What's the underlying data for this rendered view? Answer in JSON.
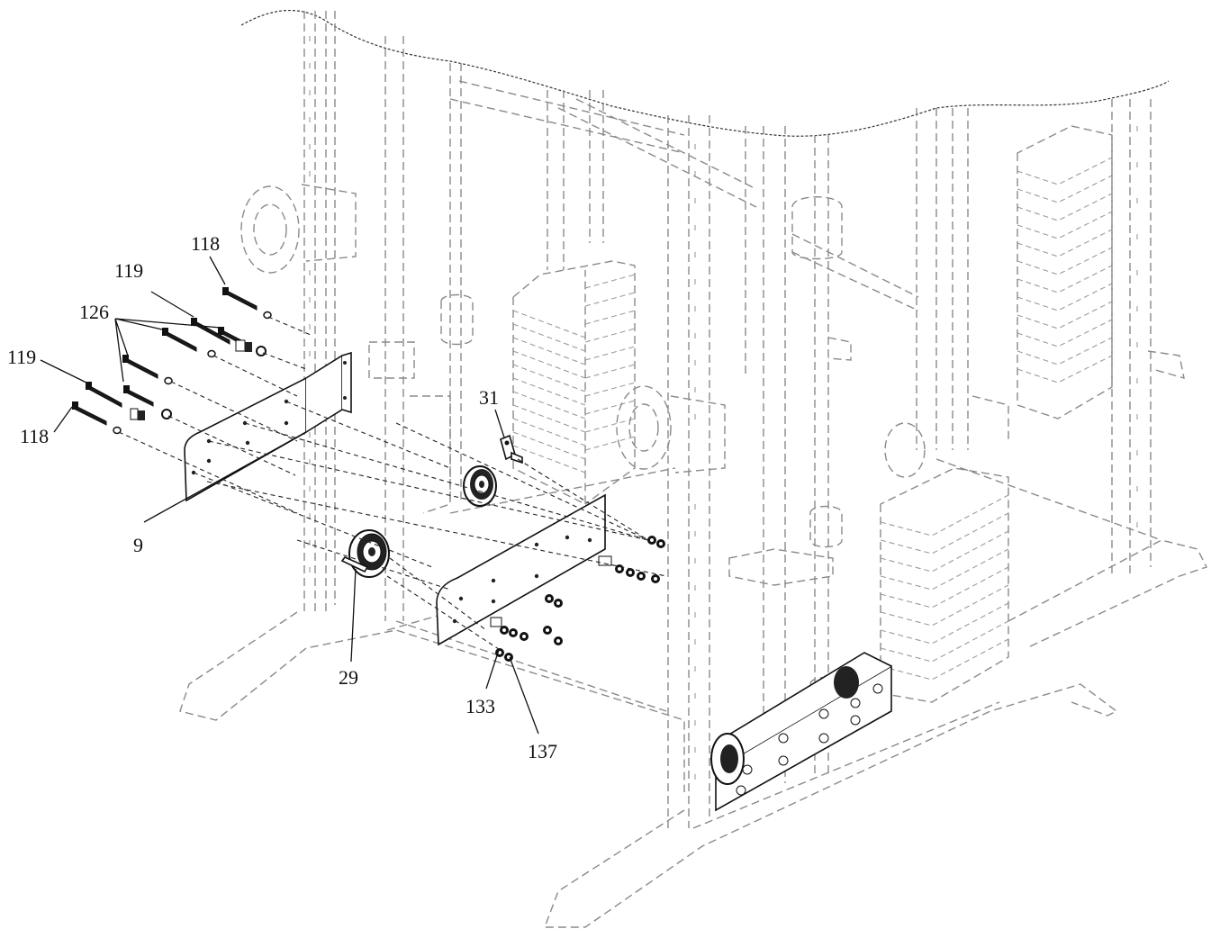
{
  "diagram": {
    "type": "exploded-assembly",
    "callouts": [
      {
        "id": "c118a",
        "label": "118"
      },
      {
        "id": "c119a",
        "label": "119"
      },
      {
        "id": "c126",
        "label": "126"
      },
      {
        "id": "c119b",
        "label": "119"
      },
      {
        "id": "c118b",
        "label": "118"
      },
      {
        "id": "c9",
        "label": "9"
      },
      {
        "id": "c31",
        "label": "31"
      },
      {
        "id": "c29",
        "label": "29"
      },
      {
        "id": "c133",
        "label": "133"
      },
      {
        "id": "c137",
        "label": "137"
      }
    ]
  }
}
